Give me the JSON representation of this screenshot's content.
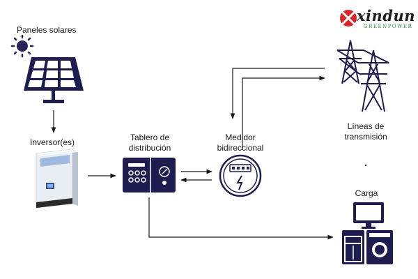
{
  "brand": {
    "name": "xindun",
    "tagline": "GREENPOWER",
    "colors": {
      "logo_red": "#d8262b",
      "logo_green": "#2e8b3a"
    }
  },
  "nodes": {
    "solar": {
      "label": "Paneles solares",
      "icon": "solar-panel-icon"
    },
    "inverter": {
      "label": "Inversor(es)",
      "icon": "inverter-icon"
    },
    "board": {
      "label_line1": "Tablero de",
      "label_line2": "distribución",
      "icon": "distribution-board-icon"
    },
    "meter": {
      "label_line1": "Medidor",
      "label_line2": "bidireccional",
      "icon": "bidirectional-meter-icon"
    },
    "grid": {
      "label_line1": "Líneas de",
      "label_line2": "transmisión",
      "icon": "transmission-tower-icon"
    },
    "load": {
      "label": "Carga",
      "icon": "appliances-icon"
    }
  },
  "colors": {
    "icon_navy": "#1f1d4f",
    "arrow": "#1a1a1a",
    "sun_navy": "#27235a"
  }
}
